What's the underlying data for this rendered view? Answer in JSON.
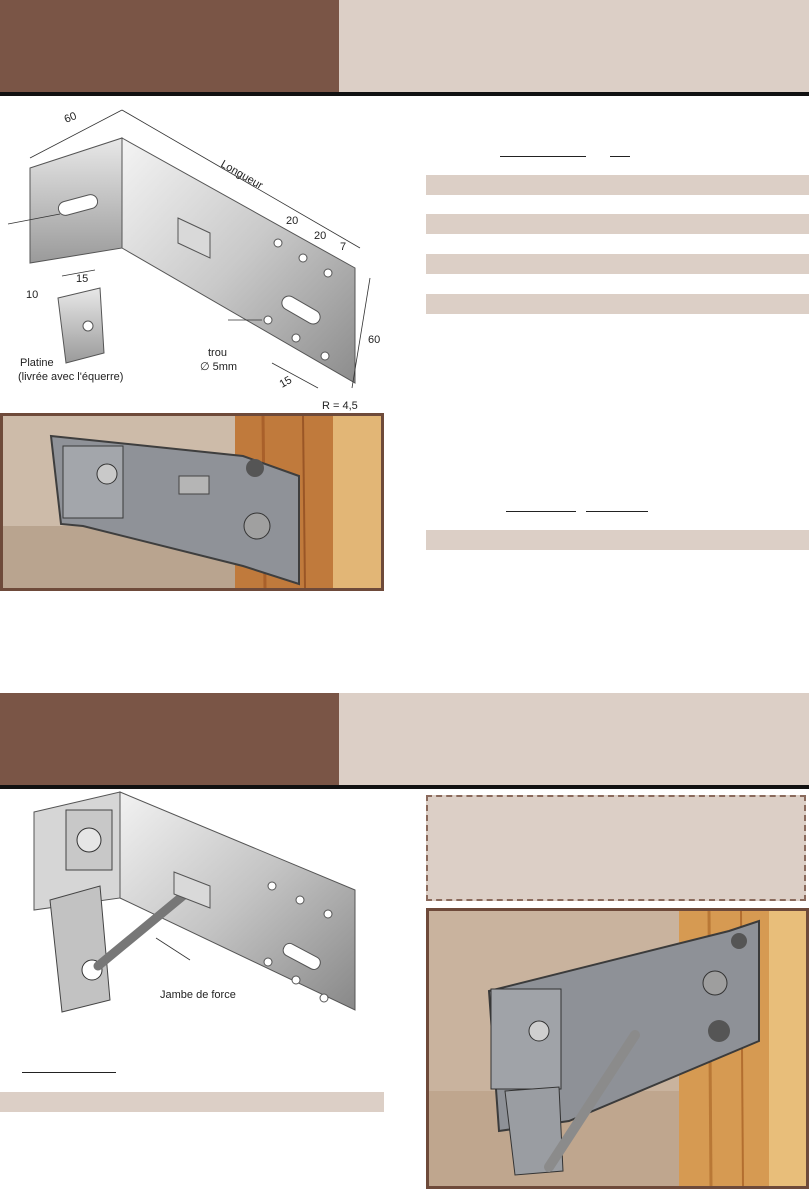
{
  "section1": {
    "diagram": {
      "dim_60_top": "60",
      "dim_longueur": "Longueur",
      "dim_20_a": "20",
      "dim_20_b": "20",
      "dim_7": "7",
      "dim_15_left": "15",
      "dim_10": "10",
      "dim_60_right": "60",
      "dim_15_bottom": "15",
      "radius": "R = 4,5",
      "hole_label_1": "trou",
      "hole_label_2": "∅ 5mm",
      "plate_label_1": "Platine",
      "plate_label_2": "(livrée avec l'équerre)"
    }
  },
  "section2": {
    "diagram": {
      "strut_label": "Jambe de force"
    }
  },
  "colors": {
    "header_dark": "#7a5546",
    "header_light": "#dccfc6",
    "band": "#dccfc6",
    "frame": "#6e4a3a"
  }
}
